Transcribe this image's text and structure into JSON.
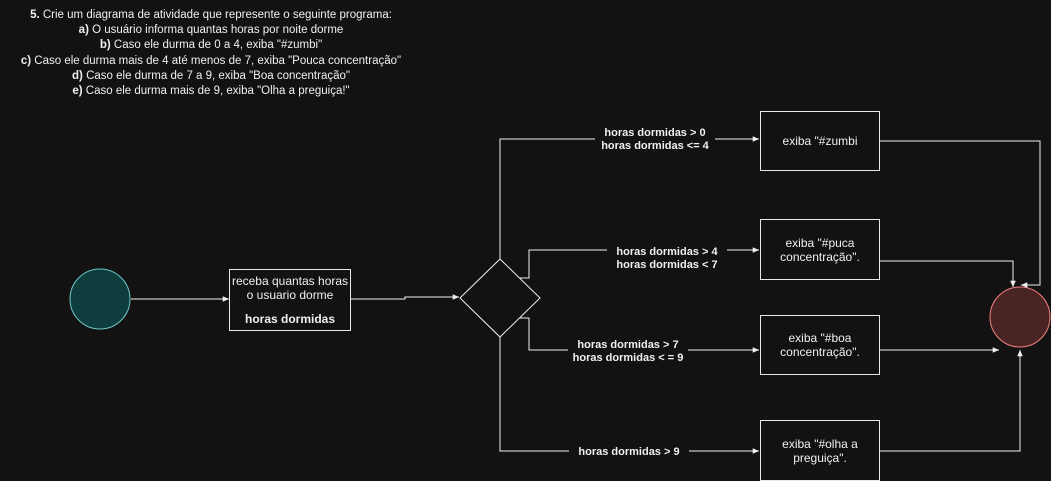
{
  "header": {
    "lines": [
      {
        "prefix": "5.",
        "text": " Crie um diagrama de atividade que represente o seguinte programa:"
      },
      {
        "prefix": "a)",
        "text": " O usuário informa quantas horas por noite dorme"
      },
      {
        "prefix": "b)",
        "text": " Caso ele durma de 0 a 4, exiba \"#zumbi\""
      },
      {
        "prefix": "c)",
        "text": " Caso ele durma mais de 4 até menos de 7, exiba \"Pouca concentração\""
      },
      {
        "prefix": "d)",
        "text": " Caso ele durma de 7 a 9, exiba \"Boa concentração\""
      },
      {
        "prefix": "e)",
        "text": " Caso ele durma mais de 9, exiba \"Olha a preguiça!\""
      }
    ]
  },
  "input_action": {
    "text_line1": "receba quantas horas",
    "text_line2": "o usuario dorme",
    "variable": "horas dormidas"
  },
  "actions": {
    "zumbi": "exiba \"#zumbi",
    "pouca_line1": "exiba \"#puca",
    "pouca_line2": "concentração\".",
    "boa_line1": "exiba \"#boa",
    "boa_line2": "concentração\".",
    "preguica_line1": "exiba \"#olha a",
    "preguica_line2": "preguiça\"."
  },
  "guards": {
    "zumbi_1": "horas dormidas > 0",
    "zumbi_2": "horas dormidas <= 4",
    "pouca_1": "horas dormidas > 4",
    "pouca_2": "horas dormidas < 7",
    "boa_1": "horas dormidas > 7",
    "boa_2": "horas dormidas < = 9",
    "preguica_1": "horas dormidas > 9"
  },
  "colors": {
    "background": "#121212",
    "line": "#f0f0f0",
    "initial_fill": "#0f3d3d",
    "initial_stroke": "#6fc7c7",
    "final_fill": "#4a2424",
    "final_stroke": "#f08080"
  }
}
